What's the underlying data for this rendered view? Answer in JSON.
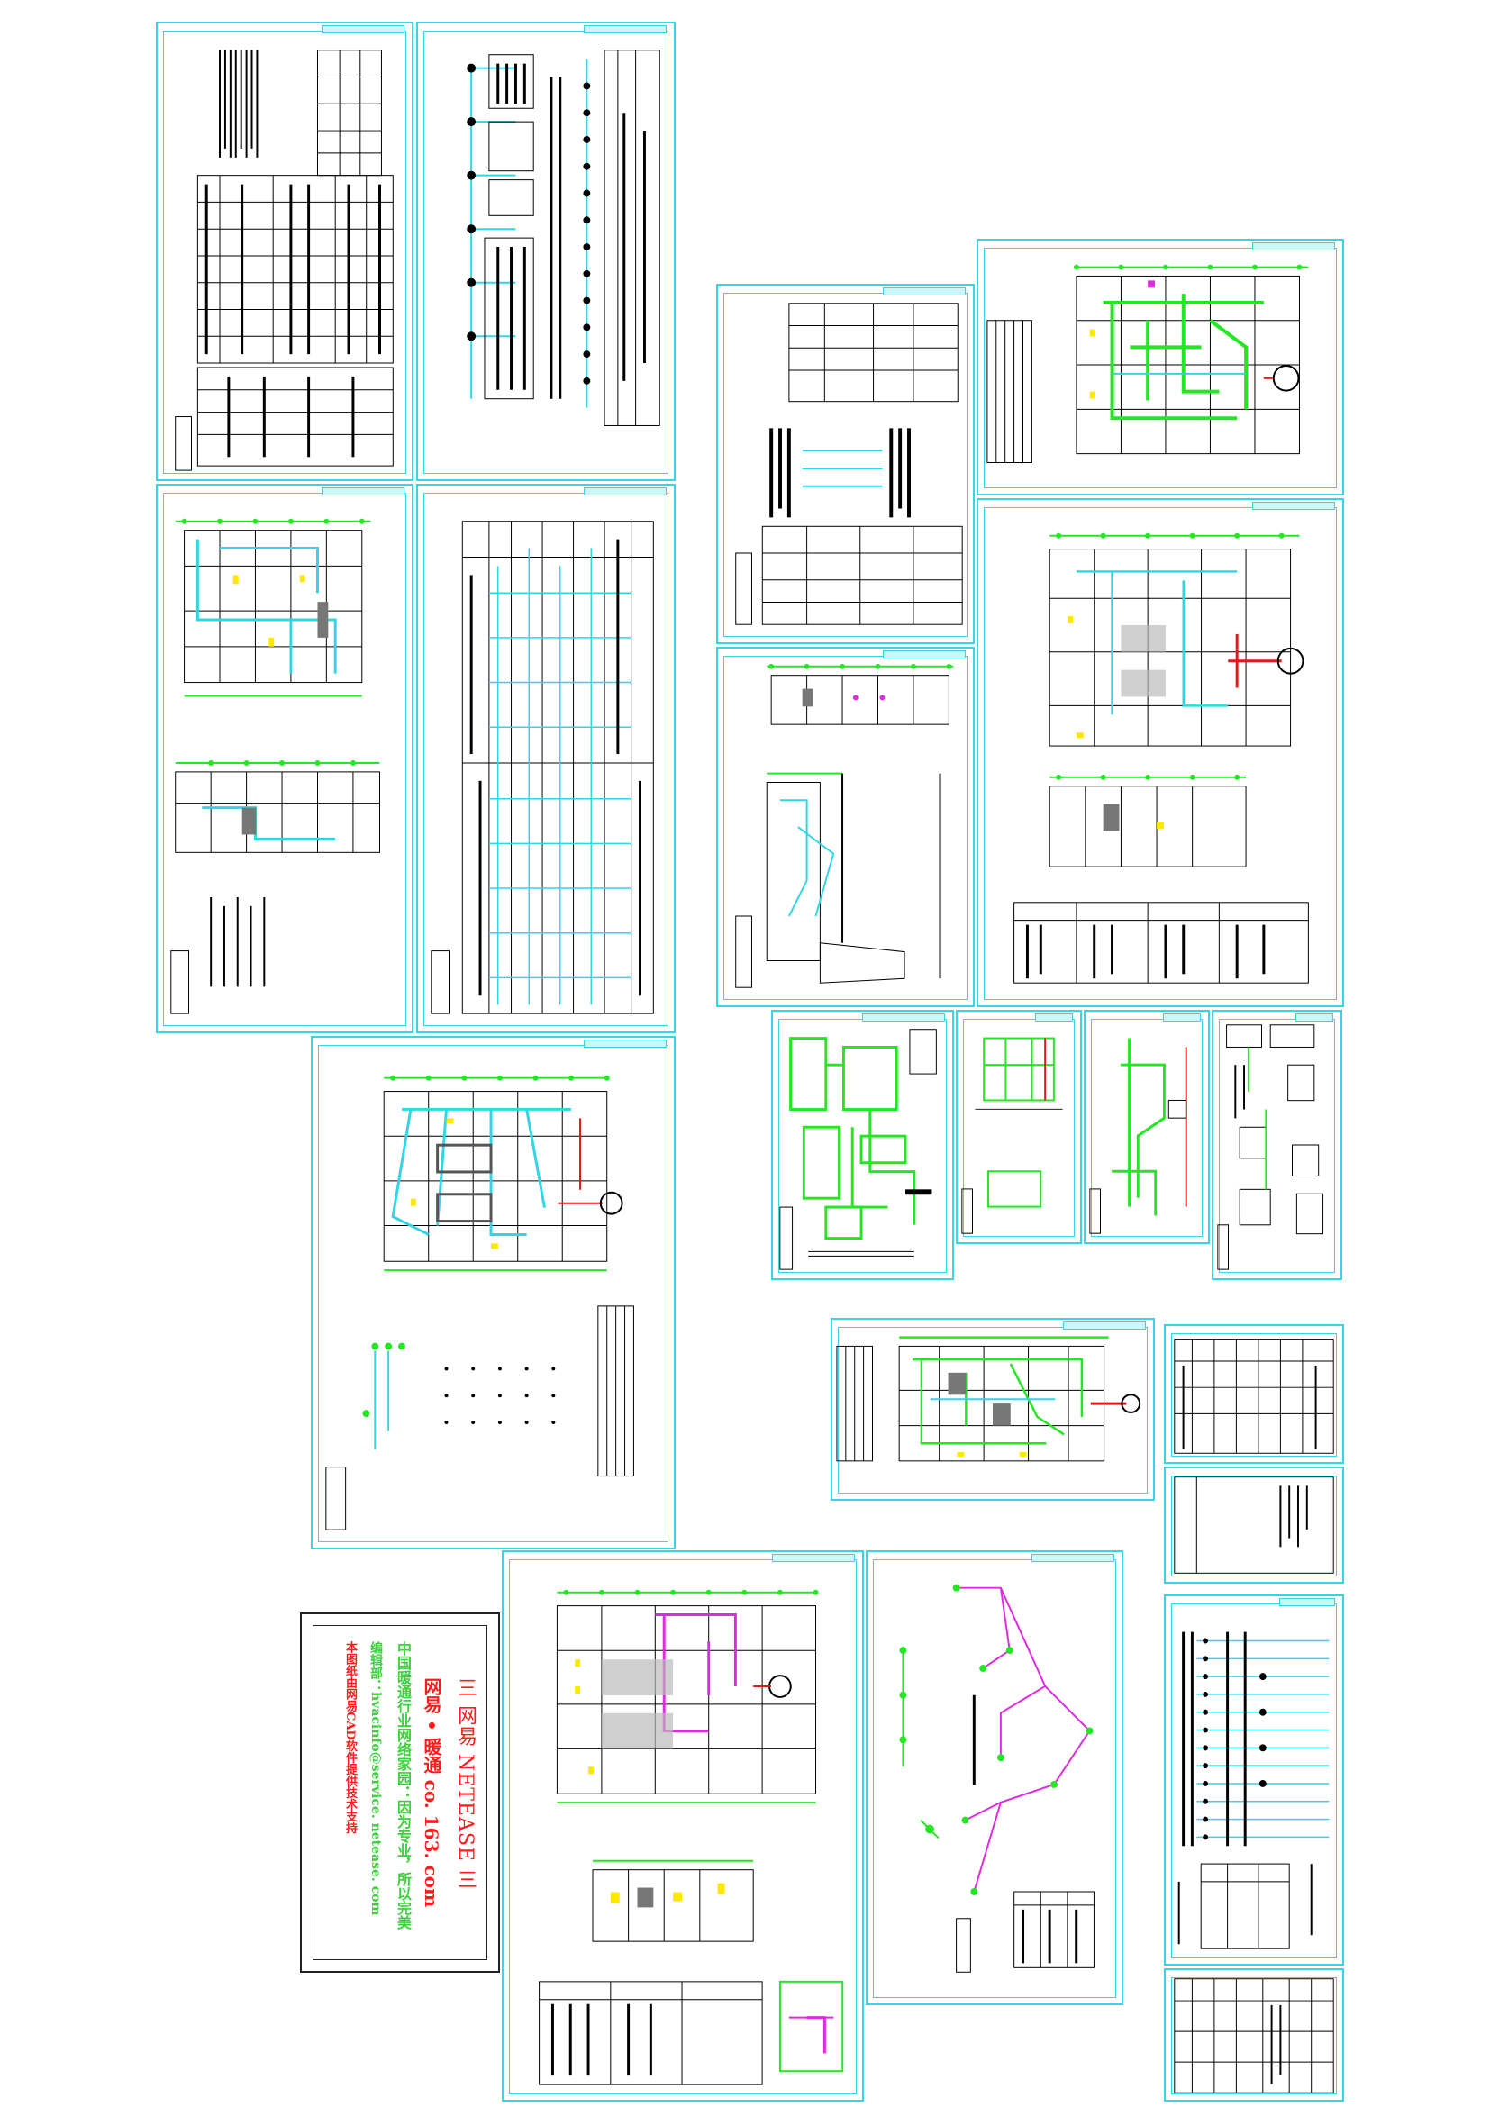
{
  "colors": {
    "frame": "#35d6e6",
    "pipe_green": "#22e822",
    "pipe_cyan": "#2fd6e6",
    "pipe_magenta": "#e02ae0",
    "pipe_red": "#e01818",
    "highlight_yellow": "#ffe800",
    "ink": "#000000",
    "stamp_red": "#ff1c1c",
    "stamp_green": "#3ad23a"
  },
  "stamp": {
    "title": "三 网易 NETEASE 三",
    "subtitle": "网易 • 暖通  co. 163. com",
    "line3": "中国暖通行业网络家园：因为专业，所以完美",
    "line4": "编辑部：hvacinfo@service. netease. com",
    "line5": "本图纸由网易CAD软件提供技术支持"
  },
  "sheets": [
    {
      "id": "s01",
      "kind": "notes-table"
    },
    {
      "id": "s02",
      "kind": "system-schematic"
    },
    {
      "id": "s03",
      "kind": "floor-plan-cyan"
    },
    {
      "id": "s04",
      "kind": "riser-table"
    },
    {
      "id": "s05",
      "kind": "floor-plan-cyan-red"
    },
    {
      "id": "s06",
      "kind": "notes-table"
    },
    {
      "id": "s07",
      "kind": "floor-plan-green"
    },
    {
      "id": "s08",
      "kind": "floor-plan-green"
    },
    {
      "id": "s09",
      "kind": "elevation"
    },
    {
      "id": "s10",
      "kind": "detail-green"
    },
    {
      "id": "s11",
      "kind": "section"
    },
    {
      "id": "s12",
      "kind": "section"
    },
    {
      "id": "s13",
      "kind": "detail"
    },
    {
      "id": "s14",
      "kind": "floor-plan-green"
    },
    {
      "id": "s15",
      "kind": "table"
    },
    {
      "id": "s16",
      "kind": "notes"
    },
    {
      "id": "s17",
      "kind": "legend-list"
    },
    {
      "id": "s18",
      "kind": "table"
    },
    {
      "id": "s19",
      "kind": "floor-plan-magenta"
    },
    {
      "id": "s20",
      "kind": "isometric-magenta"
    }
  ]
}
